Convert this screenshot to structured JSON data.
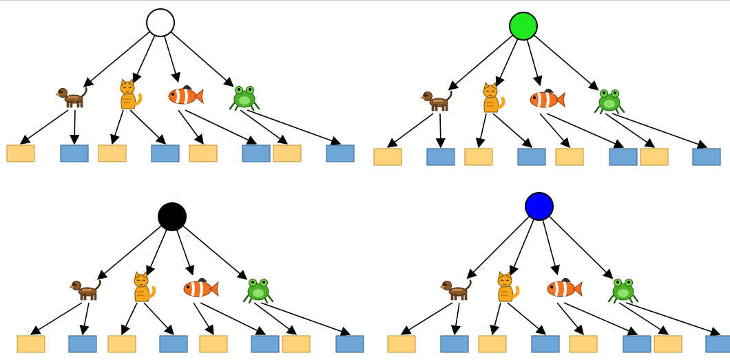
{
  "colors": {
    "top_left_root": "#ffffff",
    "top_right_root": "#22e822",
    "bottom_left_root": "#000000",
    "bottom_right_root": "#0000ff",
    "leaf_a_fill": "#ffd37a",
    "leaf_a_stroke": "#c9a040",
    "leaf_b_fill": "#6fa6d8",
    "leaf_b_stroke": "#3d6e9c",
    "arrow": "#000000"
  },
  "panels": [
    {
      "name": "top-left",
      "root_color_key": "top_left_root"
    },
    {
      "name": "top-right",
      "root_color_key": "top_right_root"
    },
    {
      "name": "bottom-left",
      "root_color_key": "bottom_left_root"
    },
    {
      "name": "bottom-right",
      "root_color_key": "bottom_right_root"
    }
  ],
  "middle_nodes": [
    {
      "id": "dog",
      "icon": "dog-icon"
    },
    {
      "id": "cat",
      "icon": "cat-icon"
    },
    {
      "id": "fish",
      "icon": "clownfish-icon"
    },
    {
      "id": "frog",
      "icon": "frog-icon"
    }
  ],
  "leaf_pattern": [
    "a",
    "b",
    "a",
    "b",
    "a",
    "b",
    "a",
    "b"
  ]
}
